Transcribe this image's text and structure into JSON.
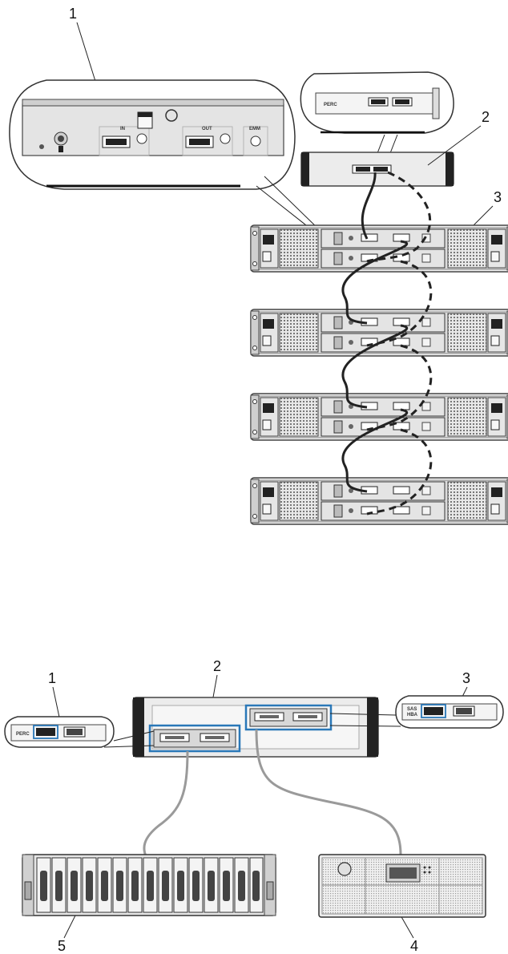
{
  "top_diagram": {
    "callouts": [
      "1",
      "2",
      "3"
    ],
    "labels": {
      "perc": "PERC",
      "in": "IN",
      "out": "OUT",
      "emm": "EMM"
    }
  },
  "bottom_diagram": {
    "callouts": [
      "1",
      "2",
      "3",
      "4",
      "5"
    ],
    "labels": {
      "perc": "PERC",
      "sas_hba": "SAS\nHBA"
    }
  },
  "colors": {
    "chassis": "#e6e6e6",
    "chassis_dark": "#555555",
    "highlight": "#2a78b8",
    "cable": "#222222",
    "cable_gray": "#9a9a9a"
  }
}
